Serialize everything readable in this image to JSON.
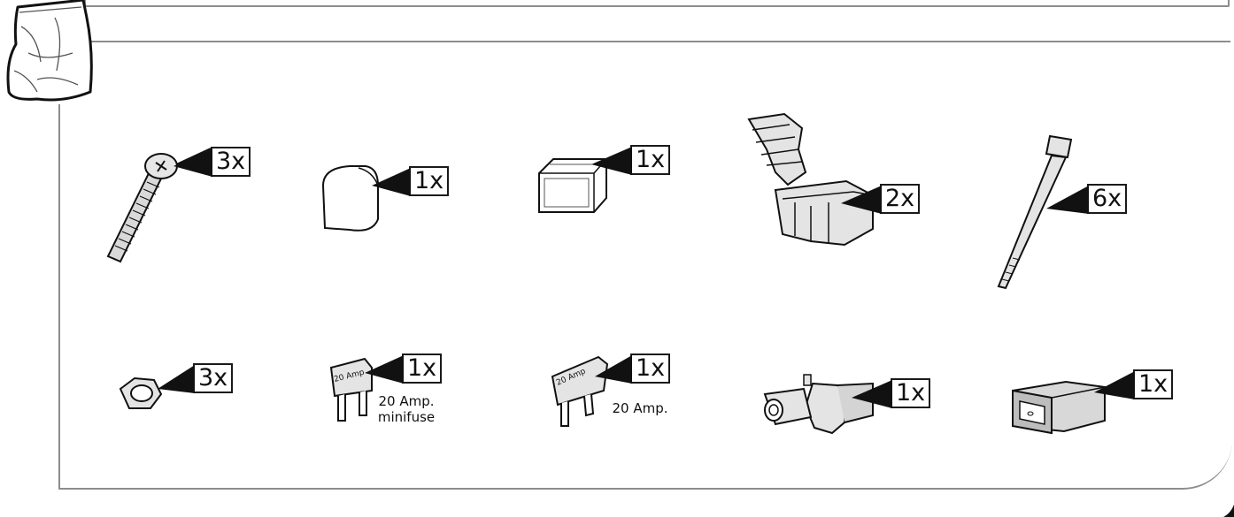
{
  "kit": {
    "row1": [
      {
        "part": "screw",
        "quantity": "3x"
      },
      {
        "part": "cap",
        "quantity": "1x"
      },
      {
        "part": "clear-cover",
        "quantity": "1x"
      },
      {
        "part": "connector-clip",
        "quantity": "2x"
      },
      {
        "part": "cable-tie",
        "quantity": "6x"
      }
    ],
    "row2": [
      {
        "part": "nut",
        "quantity": "3x"
      },
      {
        "part": "minifuse",
        "quantity": "1x",
        "fuse_label": "20 Amp",
        "caption_line1": "20 Amp.",
        "caption_line2": "minifuse"
      },
      {
        "part": "fuse",
        "quantity": "1x",
        "fuse_label": "20 Amp",
        "caption_line1": "20 Amp."
      },
      {
        "part": "fuse-holder",
        "quantity": "1x"
      },
      {
        "part": "connector-housing",
        "quantity": "1x"
      }
    ]
  },
  "colors": {
    "frame": "#8d8d8d",
    "line": "#1a1a1a",
    "fill": "#cfcfcf"
  }
}
